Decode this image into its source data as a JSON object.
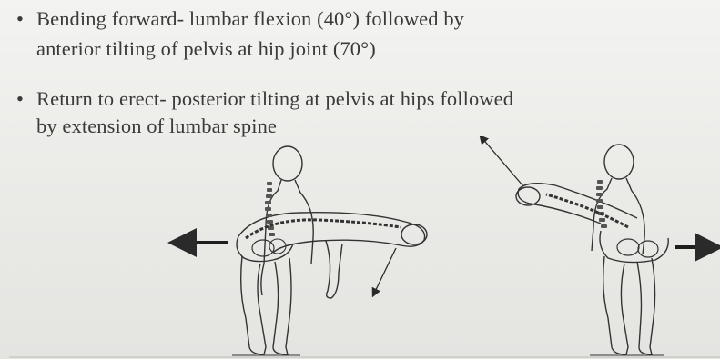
{
  "bullets": [
    {
      "marker": "•",
      "line1": "Bending forward- lumbar flexion (40°) followed by",
      "line2": "anterior  tilting of pelvis at hip joint (70°)"
    },
    {
      "marker": "•",
      "line1": "Return to erect- posterior tilting at pelvis at hips followed",
      "line2": "by  extension of lumbar spine"
    }
  ],
  "figures": [
    {
      "pose": "bending-forward",
      "motion_arrow": "left",
      "trunk_arrow": "down"
    },
    {
      "pose": "returning-to-erect",
      "motion_arrow": "right",
      "trunk_arrow": "up"
    }
  ],
  "colors": {
    "text": "#3a3a3a",
    "ink": "#2a2a2a",
    "background": "#ecece9"
  }
}
